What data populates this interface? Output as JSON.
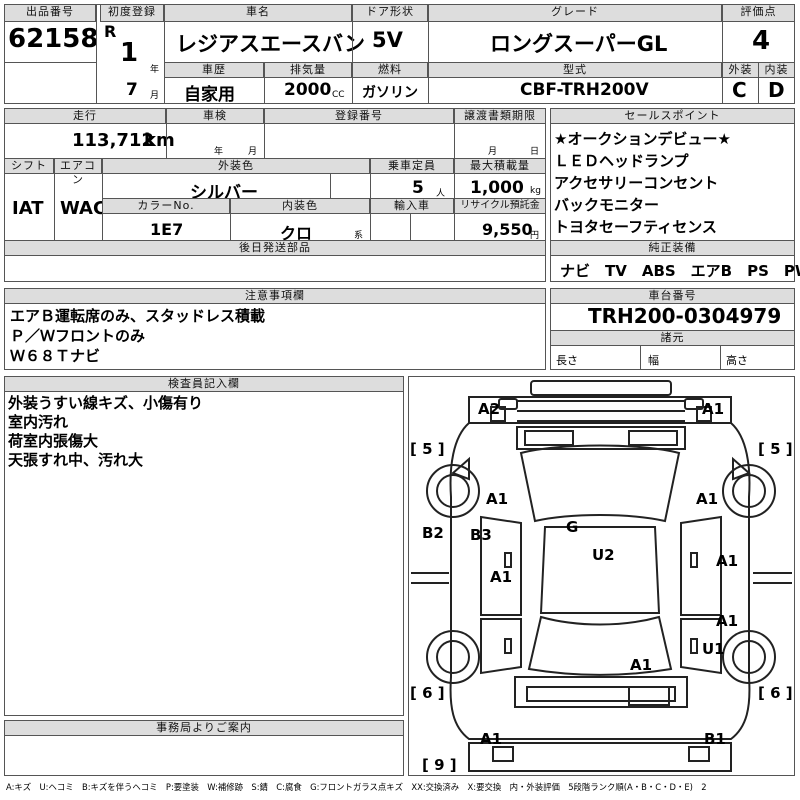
{
  "header": {
    "lot_no_label": "出品番号",
    "lot_no": "62158",
    "first_reg_label": "初度登録",
    "era": "R",
    "year": "1",
    "year_unit": "年",
    "month": "7",
    "month_unit": "月",
    "car_name_label": "車名",
    "car_name": "レジアスエースバン",
    "door_label": "ドア形状",
    "door": "5V",
    "grade_label": "グレード",
    "grade": "ロングスーパーGL",
    "score_label": "評価点",
    "score": "4",
    "history_label": "車歴",
    "history": "自家用",
    "displacement_label": "排気量",
    "displacement": "2000",
    "displacement_unit": "CC",
    "fuel_label": "燃料",
    "fuel": "ガソリン",
    "model_label": "型式",
    "model": "CBF-TRH200V",
    "ext_label": "外装",
    "ext_grade": "C",
    "int_label": "内装",
    "int_grade": "D"
  },
  "mid": {
    "mileage_label": "走行",
    "mileage": "113,712",
    "mileage_unit": "km",
    "inspection_label": "車検",
    "insp_year_unit": "年",
    "insp_month_unit": "月",
    "reg_no_label": "登録番号",
    "transfer_label": "譲渡書類期限",
    "transfer_month_unit": "月",
    "transfer_day_unit": "日",
    "shift_label": "シフト",
    "shift": "IAT",
    "ac_label": "エアコン",
    "ac": "WAC",
    "color_label": "外装色",
    "color": "シルバー",
    "capacity_label": "乗車定員",
    "capacity": "5",
    "capacity_unit": "人",
    "load_label": "最大積載量",
    "load": "1,000",
    "load_unit": "kg",
    "color_no_label": "カラーNo.",
    "color_no": "1E7",
    "int_color_label": "内装色",
    "int_color": "クロ",
    "int_color_unit": "系",
    "import_label": "輸入車",
    "recycle_label": "リサイクル預託金",
    "recycle": "9,550",
    "recycle_unit": "円",
    "later_parts_label": "後日発送部品"
  },
  "sales_points": {
    "label": "セールスポイント",
    "items": [
      "★オークションデビュー★",
      "ＬＥＤヘッドランプ",
      "アクセサリーコンセント",
      "バックモニター",
      "トヨタセーフティセンス"
    ]
  },
  "equipment": {
    "label": "純正装備",
    "value": "ナビ　TV　ABS　エアB　PS　PW"
  },
  "notes": {
    "label": "注意事項欄",
    "items": [
      "エアＢ運転席のみ、スタッドレス積載",
      "Ｐ／Ｗフロントのみ",
      "Ｗ６８Ｔナビ"
    ]
  },
  "chassis": {
    "label": "車台番号",
    "value": "TRH200-0304979",
    "dims_label": "諸元",
    "length_label": "長さ",
    "width_label": "幅",
    "height_label": "高さ"
  },
  "inspector": {
    "label": "検査員記入欄",
    "items": [
      "外装うすい線キズ、小傷有り",
      "室内汚れ",
      "荷室内張傷大",
      "天張すれ中、汚れ大"
    ]
  },
  "office": {
    "label": "事務局よりご案内"
  },
  "diagram": {
    "tire_fl": "[ 5 ]",
    "tire_fr": "[ 5 ]",
    "tire_rl": "[ 6 ]",
    "tire_rr": "[ 6 ]",
    "spare": "[ 9 ]",
    "marks": {
      "a2": "A2",
      "a1_tr": "A1",
      "a1_l1": "A1",
      "a1_r1": "A1",
      "b2": "B2",
      "b3": "B3",
      "g": "G",
      "u2": "U2",
      "a1_l2": "A1",
      "a1_r2": "A1",
      "a1_r3": "A1",
      "u1": "U1",
      "a1_c": "A1",
      "a1_bl": "A1",
      "b1": "B1"
    }
  },
  "legend": "A:キズ　U:ヘコミ　B:キズを伴うヘコミ　P:要塗装　W:補修跡　S:錆　C:腐食　G:フロントガラス点キズ　XX:交換済み　X:要交換　内・外装評価　5段階ランク順(A・B・C・D・E)　2"
}
